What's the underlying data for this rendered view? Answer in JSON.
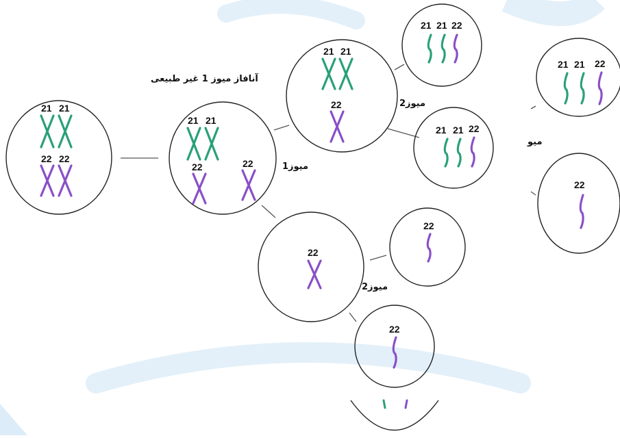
{
  "colors": {
    "chr21": "#2aa07a",
    "chr22": "#8a4fc8",
    "outline": "#222222",
    "watermark": "#e3f0f9"
  },
  "labels": {
    "anaphase": "آنافاز میوز 1 غیر طبیعی",
    "meiosis1": "میوز1",
    "meiosis2_upper": "میوز2",
    "meiosis2_lower": "میوز2",
    "meio_partial": "میو"
  },
  "numbers": {
    "c1": [
      "21",
      "21",
      "22",
      "22"
    ],
    "c2": [
      "21",
      "21",
      "22",
      "22"
    ],
    "c3": [
      "21",
      "21",
      "22"
    ],
    "c4": [
      "21",
      "21",
      "22"
    ],
    "c5": [
      "21",
      "21",
      "22"
    ],
    "c6": [
      "21",
      "21",
      "22"
    ],
    "c7": [
      "22"
    ],
    "c8": [
      "22"
    ],
    "c9": [
      "22"
    ],
    "c10": [
      "22"
    ]
  }
}
